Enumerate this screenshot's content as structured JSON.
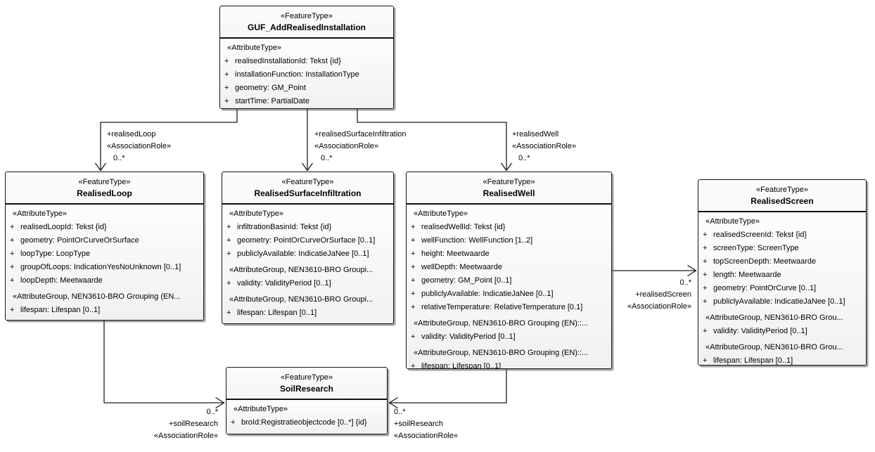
{
  "ui": {
    "plus": "+"
  },
  "classes": {
    "guf": {
      "stereotype": "«FeatureType»",
      "name": "GUF_AddRealisedInstallation",
      "sections": [
        {
          "header": "«AttributeType»",
          "attrs": [
            "realisedInstallationId: Tekst {id}",
            "installationFunction: InstallationType",
            "geometry: GM_Point",
            "startTime: PartialDate"
          ]
        }
      ]
    },
    "realisedLoop": {
      "stereotype": "«FeatureType»",
      "name": "RealisedLoop",
      "sections": [
        {
          "header": "«AttributeType»",
          "attrs": [
            "realisedLoopId: Tekst {id}",
            "geometry: PointOrCurveOrSurface",
            "loopType: LoopType",
            "groupOfLoops: IndicationYesNoUnknown [0..1]",
            "loopDepth: Meetwaarde"
          ]
        },
        {
          "header": "«AttributeGroup, NEN3610-BRO Grouping (EN...",
          "attrs": [
            "lifespan: Lifespan [0..1]"
          ]
        }
      ]
    },
    "realisedSurfaceInfiltration": {
      "stereotype": "«FeatureType»",
      "name": "RealisedSurfaceInfiltration",
      "sections": [
        {
          "header": "«AttributeType»",
          "attrs": [
            "infiltrationBasinId: Tekst {id}",
            "geometry: PointOrCurveOrSurface [0..1]",
            "publiclyAvailable: IndicatieJaNee [0..1]"
          ]
        },
        {
          "header": "«AttributeGroup, NEN3610-BRO Groupi...",
          "attrs": [
            "validity: ValidityPeriod [0..1]"
          ]
        },
        {
          "header": "«AttributeGroup, NEN3610-BRO Groupi...",
          "attrs": [
            "lifespan: Lifespan [0..1]"
          ]
        }
      ]
    },
    "realisedWell": {
      "stereotype": "«FeatureType»",
      "name": "RealisedWell",
      "sections": [
        {
          "header": "«AttributeType»",
          "attrs": [
            "realisedWellId: Tekst {id}",
            "wellFunction: WellFunction [1..2]",
            "height: Meetwaarde",
            "wellDepth: Meetwaarde",
            "geometry: GM_Point [0..1]",
            "publiclyAvailable: IndicatieJaNee [0..1]",
            "relativeTemperature: RelativeTemperature [0.1]"
          ]
        },
        {
          "header": "«AttributeGroup, NEN3610-BRO Grouping (EN)::...",
          "attrs": [
            "validity: ValidityPeriod [0..1]"
          ]
        },
        {
          "header": "«AttributeGroup, NEN3610-BRO Grouping (EN)::...",
          "attrs": [
            "lifespan: Lifespan [0..1]"
          ]
        }
      ]
    },
    "realisedScreen": {
      "stereotype": "«FeatureType»",
      "name": "RealisedScreen",
      "sections": [
        {
          "header": "«AttributeType»",
          "attrs": [
            "realisedScreenId: Tekst {id}",
            "screenType: ScreenType",
            "topScreenDepth: Meetwaarde",
            "length: Meetwaarde",
            "geometry: PointOrCurve [0..1]",
            "publiclyAvailable: IndicatieJaNee [0..1]"
          ]
        },
        {
          "header": "«AttributeGroup, NEN3610-BRO Grou...",
          "attrs": [
            "validity: ValidityPeriod [0..1]"
          ]
        },
        {
          "header": "«AttributeGroup, NEN3610-BRO Grou...",
          "attrs": [
            "lifespan: Lifespan [0..1]"
          ]
        }
      ]
    },
    "soilResearch": {
      "stereotype": "«FeatureType»",
      "name": "SoilResearch",
      "sections": [
        {
          "header": "«AttributeType»",
          "attrs": [
            "broId:Registratieobjectcode [0..*] {id}"
          ]
        }
      ]
    }
  },
  "associations": {
    "realisedLoop": {
      "role": "+realisedLoop",
      "stereotype": "«AssociationRole»",
      "multiplicity": "0..*"
    },
    "realisedSurfaceInfiltration": {
      "role": "+realisedSurfaceInfiltration",
      "stereotype": "«AssociationRole»",
      "multiplicity": "0..*"
    },
    "realisedWell": {
      "role": "+realisedWell",
      "stereotype": "«AssociationRole»",
      "multiplicity": "0..*"
    },
    "realisedScreen": {
      "role": "+realisedScreen",
      "stereotype": "«AssociationRole»",
      "multiplicity": "0..*"
    },
    "soilResearchLeft": {
      "role": "+soilResearch",
      "stereotype": "«AssociationRole»",
      "multiplicity": "0..*"
    },
    "soilResearchRight": {
      "role": "+soilResearch",
      "stereotype": "«AssociationRole»",
      "multiplicity": "0..*"
    }
  }
}
